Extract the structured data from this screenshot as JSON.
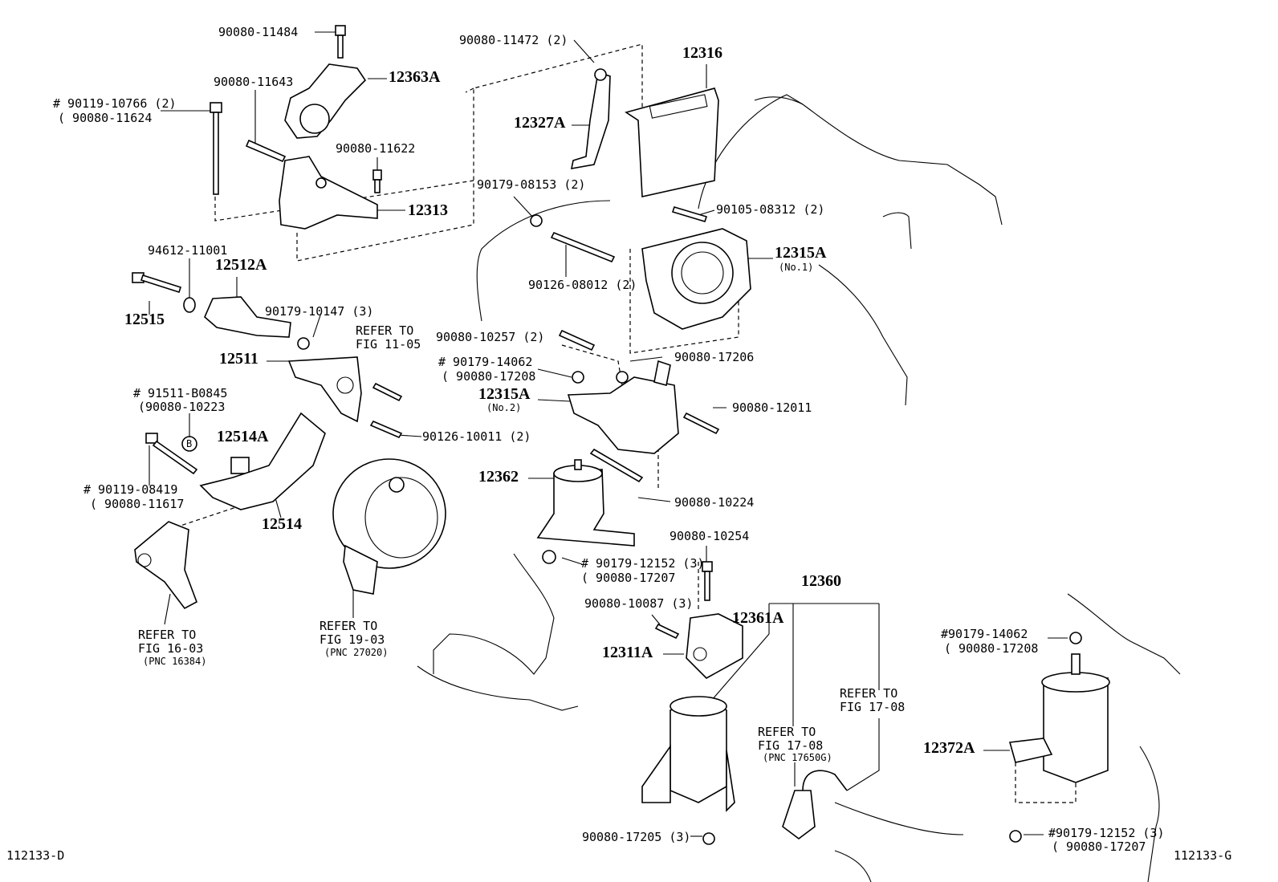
{
  "labels": {
    "p_90080_11484": "90080-11484",
    "p_12363A": "12363A",
    "p_90080_11643": "90080-11643",
    "p_90119_10766": "# 90119-10766 (2)",
    "p_90080_11624": "( 90080-11624",
    "p_90080_11622": "90080-11622",
    "p_12313": "12313",
    "p_90080_11472": "90080-11472 (2)",
    "p_12316": "12316",
    "p_12327A": "12327A",
    "p_90179_08153": "90179-08153 (2)",
    "p_90105_08312": "90105-08312 (2)",
    "p_12315A_1": "12315A",
    "p_no1": "(No.1)",
    "p_90126_08012": "90126-08012 (2)",
    "p_94612_11001": "94612-11001",
    "p_12512A": "12512A",
    "p_12515": "12515",
    "p_90179_10147": "90179-10147 (3)",
    "p_refer_11_05_a": "REFER TO",
    "p_refer_11_05_b": "FIG 11-05",
    "p_90080_10257": "90080-10257 (2)",
    "p_90080_17206": "90080-17206",
    "p_12511": "12511",
    "p_90179_14062_a": "# 90179-14062",
    "p_90080_17208_a": "( 90080-17208",
    "p_12315A_2": "12315A",
    "p_no2": "(No.2)",
    "p_90080_12011": "90080-12011",
    "p_91511_B0845": "# 91511-B0845",
    "p_90080_10223": "(90080-10223",
    "p_12514A": "12514A",
    "p_B": "B",
    "p_90126_10011": "90126-10011 (2)",
    "p_12362": "12362",
    "p_90119_08419": "# 90119-08419",
    "p_90080_11617": "( 90080-11617",
    "p_12514": "12514",
    "p_90080_10224": "90080-10224",
    "p_90080_10254": "90080-10254",
    "p_90179_12152_a": "# 90179-12152 (3)",
    "p_90080_17207_a": "( 90080-17207",
    "p_12360": "12360",
    "p_90080_10087": "90080-10087 (3)",
    "p_12361A": "12361A",
    "p_12311A": "12311A",
    "p_refer_16_03_a": "REFER TO",
    "p_refer_16_03_b": "FIG 16-03",
    "p_pnc_16384": "(PNC 16384)",
    "p_refer_19_03_a": "REFER TO",
    "p_refer_19_03_b": "FIG 19-03",
    "p_pnc_27020": "(PNC 27020)",
    "p_refer_17_08_a": "REFER TO",
    "p_refer_17_08_b": "FIG 17-08",
    "p_refer_17_08_c": "REFER TO",
    "p_refer_17_08_d": "FIG 17-08",
    "p_pnc_17650": "(PNC 17650G)",
    "p_90179_14062_b": "#90179-14062",
    "p_90080_17208_b": "( 90080-17208",
    "p_12372A": "12372A",
    "p_90080_17205": "90080-17205 (3)",
    "p_90179_12152_b": "#90179-12152 (3)",
    "p_90080_17207_b": "( 90080-17207",
    "fig_left": "112133-D",
    "fig_right": "112133-G"
  }
}
